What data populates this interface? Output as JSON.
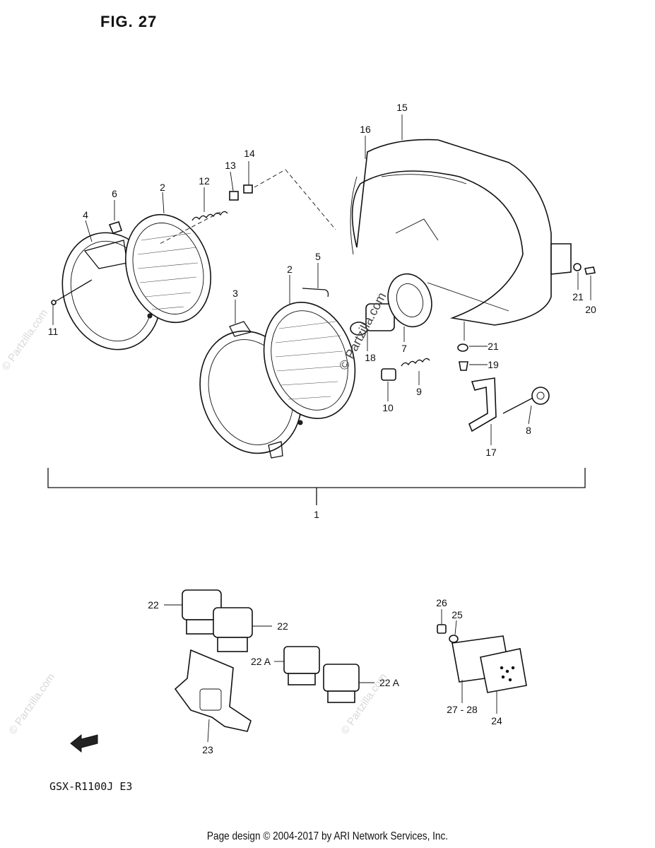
{
  "figure_title": "FIG. 27",
  "model_code": "GSX-R1100J  E3",
  "footer": "Page design © 2004-2017 by ARI Network Services, Inc.",
  "watermark": "© Partzilla.com",
  "fwd_label": "FWD",
  "callouts": {
    "c1": "1",
    "c2a": "2",
    "c2b": "2",
    "c3": "3",
    "c4": "4",
    "c5": "5",
    "c6": "6",
    "c7": "7",
    "c8": "8",
    "c9": "9",
    "c10": "10",
    "c11": "11",
    "c12": "12",
    "c13": "13",
    "c14": "14",
    "c15": "15",
    "c16": "16",
    "c17": "17",
    "c18": "18",
    "c19": "19",
    "c20": "20",
    "c21a": "21",
    "c21b": "21",
    "c22a": "22",
    "c22b": "22",
    "c22Aa": "22 A",
    "c22Ab": "22 A",
    "c23": "23",
    "c24": "24",
    "c25": "25",
    "c26": "26",
    "c2728": "27 - 28"
  }
}
